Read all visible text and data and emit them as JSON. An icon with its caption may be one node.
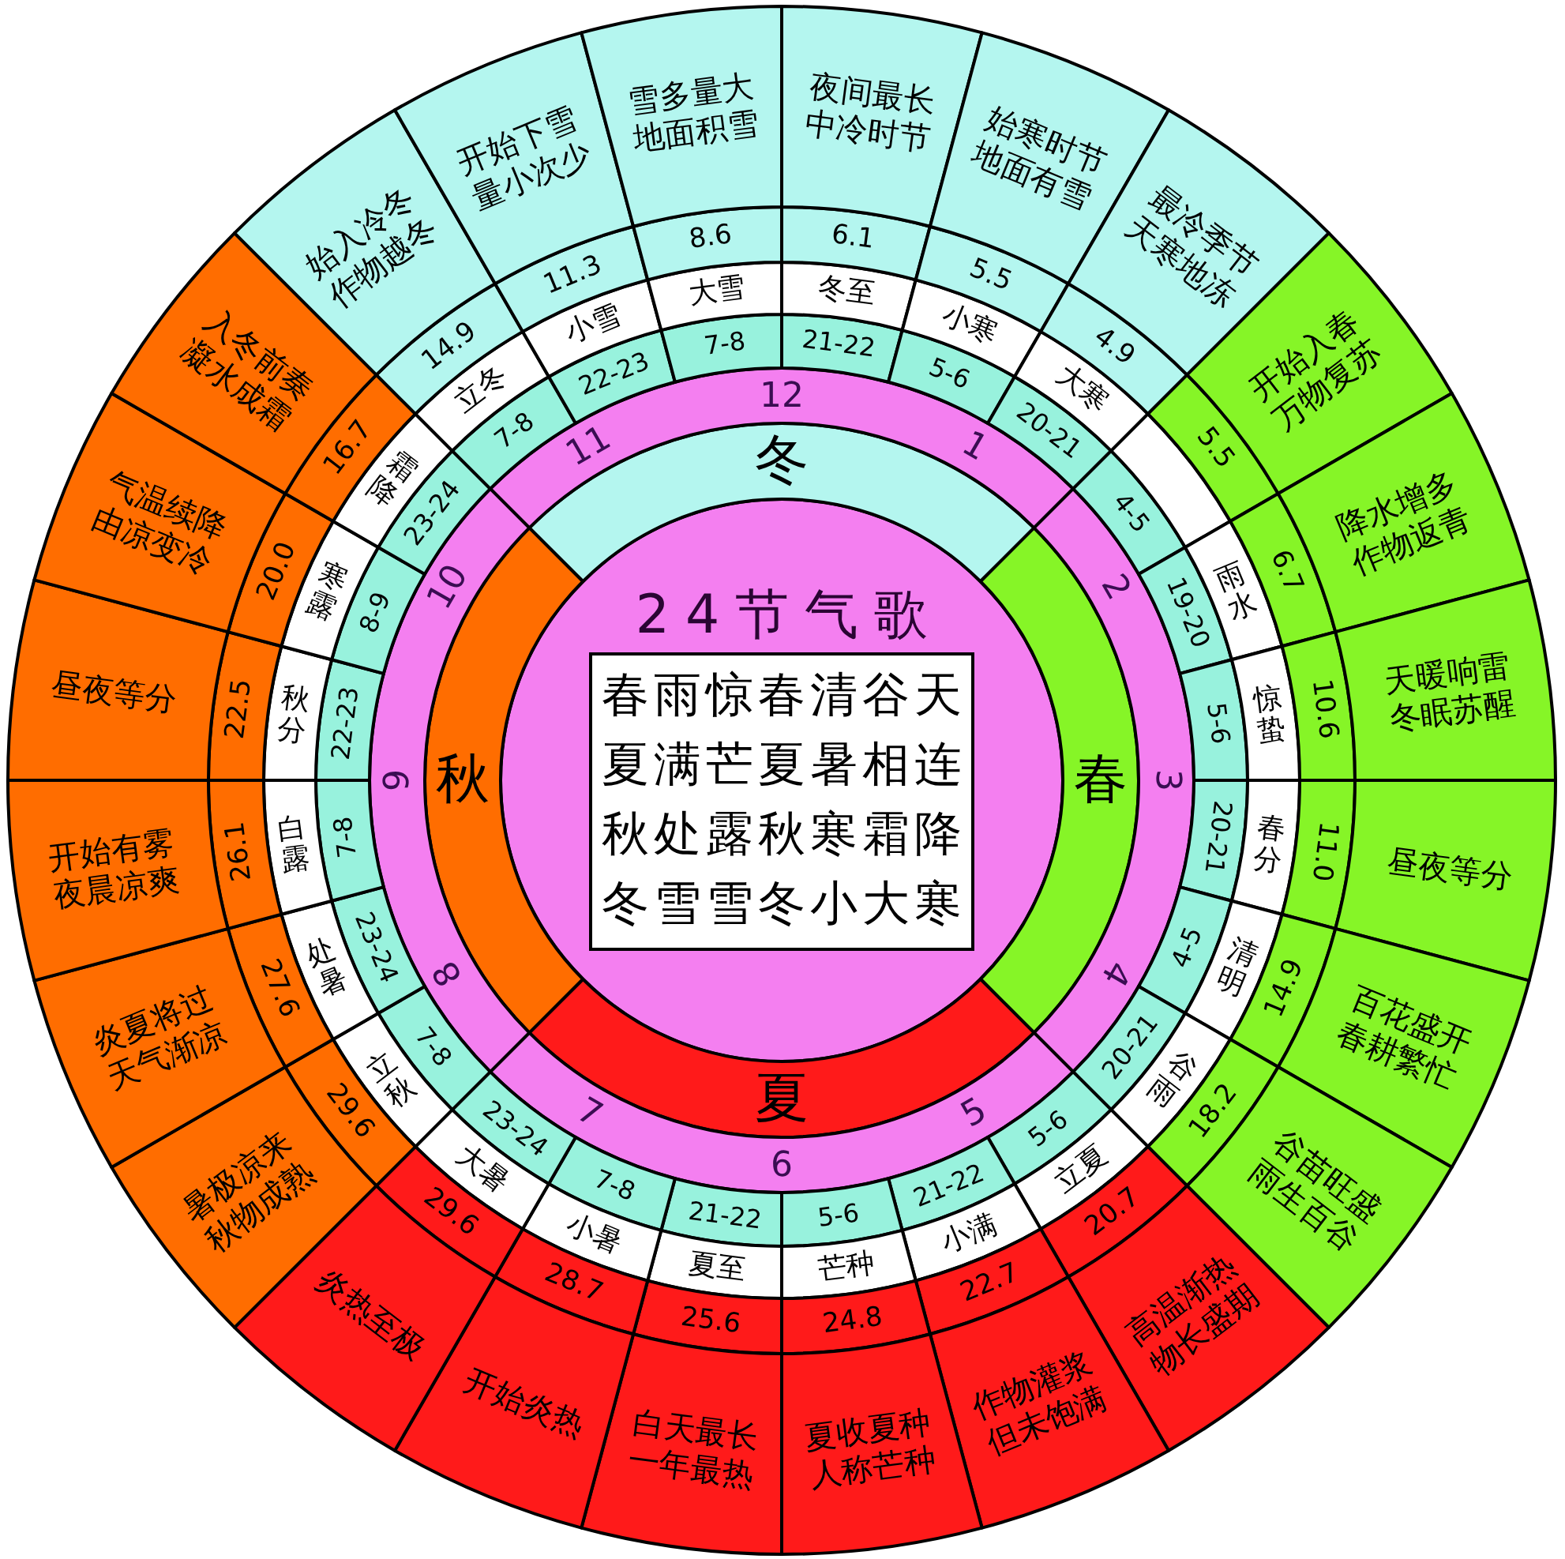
{
  "diagram": {
    "title": "24节气歌",
    "nodes": [
      {
        "text": [],
        "shape": "circle"
      },
      {
        "text": [
          "春雨惊春清谷天",
          "夏满芒夏暑相连",
          "秋处露秋寒霜降",
          "冬雪雪冬小大寒"
        ],
        "in": 0
      },
      {
        "text": [
          "冬"
        ]
      },
      {
        "text": [
          "春"
        ]
      },
      {
        "text": [
          "夏"
        ]
      },
      {
        "text": [
          "秋"
        ]
      },
      {
        "text": [
          "11",
          "12",
          "1"
        ]
      },
      {
        "text": [
          "2",
          "3",
          "4"
        ]
      },
      {
        "text": [
          "5",
          "6",
          "7"
        ]
      },
      {
        "text": [
          "8",
          "9",
          "10"
        ]
      },
      {
        "text": [
          "21-22"
        ]
      },
      {
        "text": [
          "5-6"
        ]
      },
      {
        "text": [
          "20-21"
        ]
      },
      {
        "text": [
          "4-5"
        ]
      },
      {
        "text": [
          "19-20"
        ]
      },
      {
        "text": [
          "5-6"
        ]
      },
      {
        "text": [
          "20-21"
        ]
      },
      {
        "text": [
          "4-5"
        ]
      },
      {
        "text": [
          "20-21"
        ]
      },
      {
        "text": [
          "5-6"
        ]
      },
      {
        "text": [
          "21-22"
        ]
      },
      {
        "text": [
          "5-6"
        ]
      },
      {
        "text": [
          "21-22"
        ]
      },
      {
        "text": [
          "7-8"
        ]
      },
      {
        "text": [
          "23-24"
        ]
      },
      {
        "text": [
          "7-8"
        ]
      },
      {
        "text": [
          "23-24"
        ]
      },
      {
        "text": [
          "7-8"
        ]
      },
      {
        "text": [
          "22-23"
        ]
      },
      {
        "text": [
          "8-9"
        ]
      },
      {
        "text": [
          "23-24"
        ]
      },
      {
        "text": [
          "7-8"
        ]
      },
      {
        "text": [
          "22-23"
        ]
      },
      {
        "text": [
          "7-8"
        ]
      },
      {
        "text": [
          "冬至"
        ]
      },
      {
        "text": [
          "小寒"
        ]
      },
      {
        "text": [
          "大寒"
        ]
      },
      {
        "text": [],
        "shape": "box"
      },
      {
        "text": [
          "雨水"
        ]
      },
      {
        "text": [
          "惊蛰"
        ]
      },
      {
        "text": [
          "春分"
        ]
      },
      {
        "text": [
          "清明"
        ]
      },
      {
        "text": [
          "谷雨"
        ]
      },
      {
        "text": [
          "立夏"
        ]
      },
      {
        "text": [
          "小满"
        ]
      },
      {
        "text": [
          "芒种"
        ]
      },
      {
        "text": [
          "夏至"
        ]
      },
      {
        "text": [
          "小暑"
        ]
      },
      {
        "text": [
          "大暑"
        ]
      },
      {
        "text": [
          "立秋"
        ]
      },
      {
        "text": [
          "处暑"
        ]
      },
      {
        "text": [
          "白露"
        ]
      },
      {
        "text": [
          "秋分"
        ]
      },
      {
        "text": [
          "寒露"
        ]
      },
      {
        "text": [
          "霜降"
        ]
      },
      {
        "text": [
          "立冬"
        ]
      },
      {
        "text": [
          "小雪"
        ]
      },
      {
        "text": [
          "大雪"
        ]
      },
      {
        "text": [
          "6.1"
        ]
      },
      {
        "text": [
          "5.5"
        ]
      },
      {
        "text": [
          "4.9"
        ]
      },
      {
        "text": [
          "5.5"
        ]
      },
      {
        "text": [
          "6.7"
        ]
      },
      {
        "text": [
          "10.6"
        ]
      },
      {
        "text": [
          "11.0"
        ]
      },
      {
        "text": [
          "14.9"
        ]
      },
      {
        "text": [
          "18.2"
        ]
      },
      {
        "text": [
          "20.7"
        ]
      },
      {
        "text": [
          "22.7"
        ]
      },
      {
        "text": [
          "24.8"
        ]
      },
      {
        "text": [
          "25.6"
        ]
      },
      {
        "text": [
          "28.7"
        ]
      },
      {
        "text": [
          "29.6"
        ]
      },
      {
        "text": [
          "29.6"
        ]
      },
      {
        "text": [
          "27.6"
        ]
      },
      {
        "text": [
          "26.1"
        ]
      },
      {
        "text": [
          "22.5"
        ]
      },
      {
        "text": [
          "20.0"
        ]
      },
      {
        "text": [
          "16.7"
        ]
      },
      {
        "text": [
          "14.9"
        ]
      },
      {
        "text": [
          "11.3"
        ]
      },
      {
        "text": [
          "8.6"
        ]
      },
      {
        "text": [
          "夜间最长中冷时节"
        ]
      },
      {
        "text": [
          "始寒时节地面有雪"
        ]
      },
      {
        "text": [
          "最冷季节天寒地冻"
        ]
      },
      {
        "text": [
          "开始入春万物复苏"
        ]
      },
      {
        "text": [
          "降水增多作物返青"
        ]
      },
      {
        "text": [
          "天暖响雷冬眠苏醒"
        ]
      },
      {
        "text": [
          "昼夜等分"
        ]
      },
      {
        "text": [
          "百花盛开春耕繁忙"
        ]
      },
      {
        "text": [
          "谷苗旺盛雨生百谷"
        ]
      },
      {
        "text": [
          "高温渐热物长盛期"
        ]
      },
      {
        "text": [
          "作物灌浆但未饱满"
        ]
      },
      {
        "text": [
          "夏收夏种人称芒种"
        ]
      },
      {
        "text": [
          "白天最长一年最热"
        ]
      },
      {
        "text": [
          "开始炎热"
        ]
      },
      {
        "text": [
          "炎热至极"
        ]
      },
      {
        "text": [
          "暑极凉来秋物成熟"
        ]
      },
      {
        "text": [
          "炎夏将过天气渐凉"
        ]
      },
      {
        "text": [
          "开始有雾夜晨凉爽"
        ]
      },
      {
        "text": [
          "昼夜等分"
        ]
      },
      {
        "text": [
          "气温续降由凉变冷"
        ]
      },
      {
        "text": [
          "入冬前奏凝水成霜"
        ]
      },
      {
        "text": [
          "始入冷冬作物越冬"
        ]
      },
      {
        "text": [
          "开始下雪量小次少"
        ]
      },
      {
        "text": [
          "雪多量大地面积雪"
        ]
      }
    ]
  }
}
